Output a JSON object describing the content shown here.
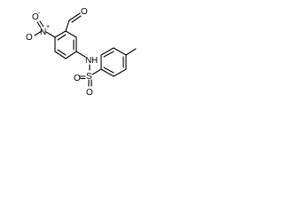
{
  "structure": {
    "atoms": {
      "nitro_O_left": "O",
      "nitro_N": "N",
      "nitro_plus": "+",
      "nitro_O_top": "O",
      "nitro_minus": "-",
      "aldehyde_O": "O",
      "amine_N": "N",
      "amine_H": "H",
      "sulfur": "S",
      "sulfonyl_O_top": "O",
      "sulfonyl_O_bottom": "O"
    }
  }
}
